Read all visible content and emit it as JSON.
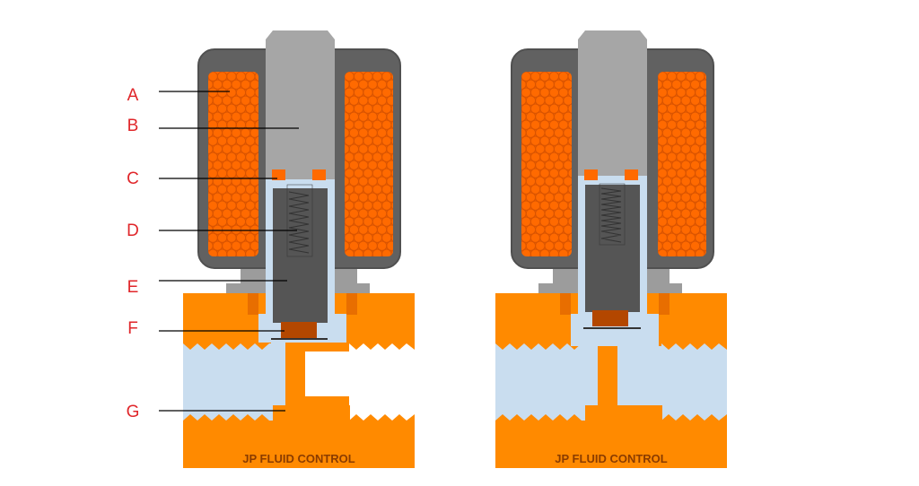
{
  "colors": {
    "body": "#FF8A00",
    "body_dark": "#E86E00",
    "coil_case": "#616161",
    "coil_case_edge": "#505050",
    "coil_wire": "#FF6A00",
    "coil_wire_edge": "#D95400",
    "core_tube": "#A6A6A6",
    "tube_base": "#9C9C9C",
    "plunger": "#555555",
    "fluid": "#C9DDEF",
    "seal": "#B34700",
    "spring": "#333333",
    "label": "#E0262A",
    "leader": "#000000",
    "brand": "#8A3C00"
  },
  "callouts": [
    {
      "letter": "A",
      "part": "coil"
    },
    {
      "letter": "B",
      "part": "fixed-core"
    },
    {
      "letter": "C",
      "part": "shading-ring"
    },
    {
      "letter": "D",
      "part": "spring"
    },
    {
      "letter": "E",
      "part": "plunger"
    },
    {
      "letter": "F",
      "part": "seal"
    },
    {
      "letter": "G",
      "part": "orifice"
    }
  ],
  "valves": [
    {
      "name": "closed-valve",
      "state": "closed",
      "brand": "JP FLUID CONTROL"
    },
    {
      "name": "open-valve",
      "state": "open",
      "brand": "JP FLUID CONTROL"
    }
  ]
}
